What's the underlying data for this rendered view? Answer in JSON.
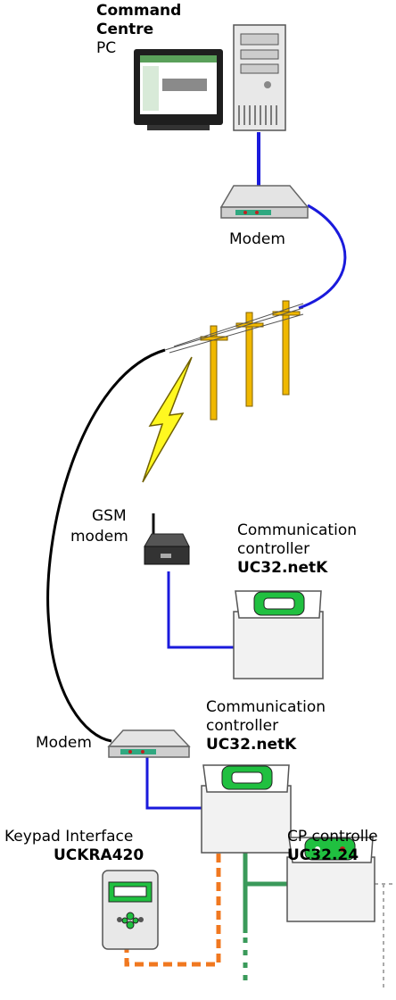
{
  "pc": {
    "line1": "Command",
    "line2": "Centre",
    "line3": "PC"
  },
  "modem_top": {
    "label": "Modem"
  },
  "gsm": {
    "line1": "GSM",
    "line2": "modem"
  },
  "comm1": {
    "line1": "Communication",
    "line2": "controller",
    "line3": "UC32.netK"
  },
  "modem_bottom": {
    "label": "Modem"
  },
  "comm2": {
    "line1": "Communication",
    "line2": "controller",
    "line3": "UC32.netK"
  },
  "keypad": {
    "line1": "Keypad Interface",
    "line2": "UCKRA420"
  },
  "cp": {
    "line1": "CP controlle",
    "line2": "UC32.24"
  },
  "colors": {
    "phone_line": "#1a1adc",
    "keypad_bus": "#f07820",
    "cp_bus": "#3a9a5a",
    "status_led": "#20c040",
    "pole": "#f0b800"
  }
}
